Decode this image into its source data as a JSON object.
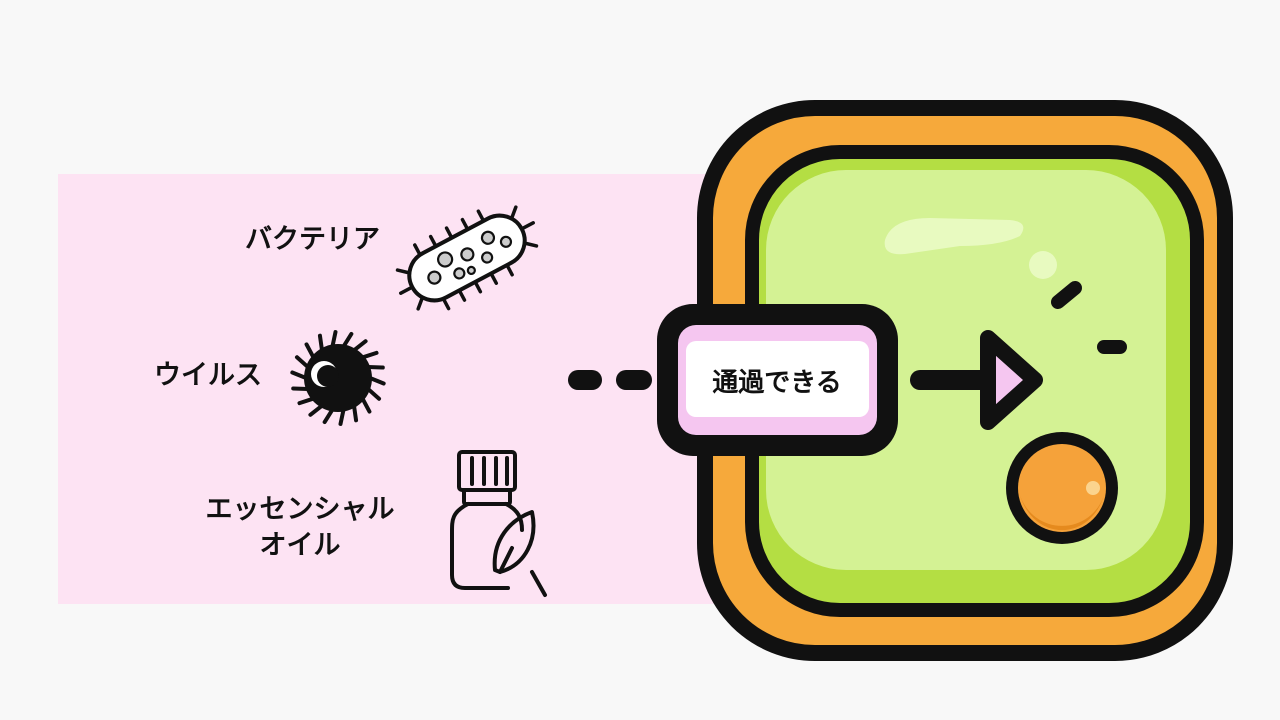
{
  "items": [
    {
      "id": "bacteria",
      "label": "バクテリア",
      "icon": "bacteria-icon"
    },
    {
      "id": "virus",
      "label": "ウイルス",
      "icon": "virus-icon"
    },
    {
      "id": "essential-oil",
      "label": "エッセンシャル\nオイル",
      "icon": "essential-oil-bottle-icon"
    }
  ],
  "pass_label": "通過できる",
  "colors": {
    "band": "#fde3f3",
    "cell_wall": "#f6a93b",
    "cytoplasm": "#d4f294",
    "nucleus": "#f5a23a",
    "label_fill": "#f5c6f0"
  }
}
